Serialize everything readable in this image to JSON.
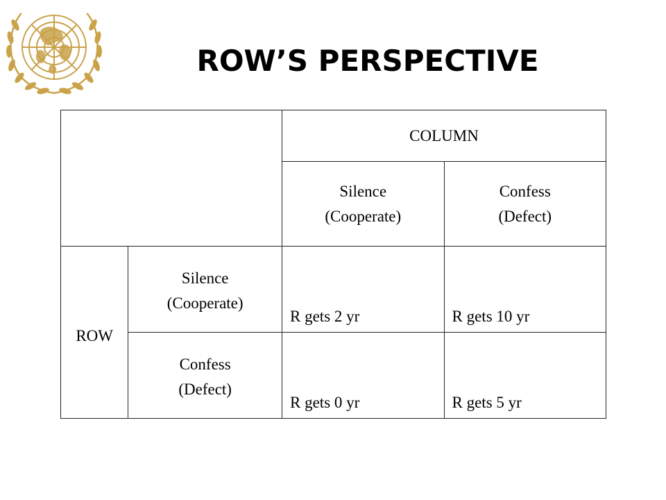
{
  "slide": {
    "title": "ROW’S PERSPECTIVE"
  },
  "logo": {
    "name": "united-nations-emblem",
    "color": "#C9A24A"
  },
  "table": {
    "column_player": "COLUMN",
    "row_player": "ROW",
    "column_strategies": [
      {
        "line1": "Silence",
        "line2": "(Cooperate)"
      },
      {
        "line1": "Confess",
        "line2": "(Defect)"
      }
    ],
    "rows": [
      {
        "strategy": {
          "line1": "Silence",
          "line2": "(Cooperate)"
        },
        "payoffs": [
          "R gets 2 yr",
          "R gets 10 yr"
        ]
      },
      {
        "strategy": {
          "line1": "Confess",
          "line2": "(Defect)"
        },
        "payoffs": [
          "R gets 0 yr",
          "R gets 5 yr"
        ]
      }
    ]
  }
}
